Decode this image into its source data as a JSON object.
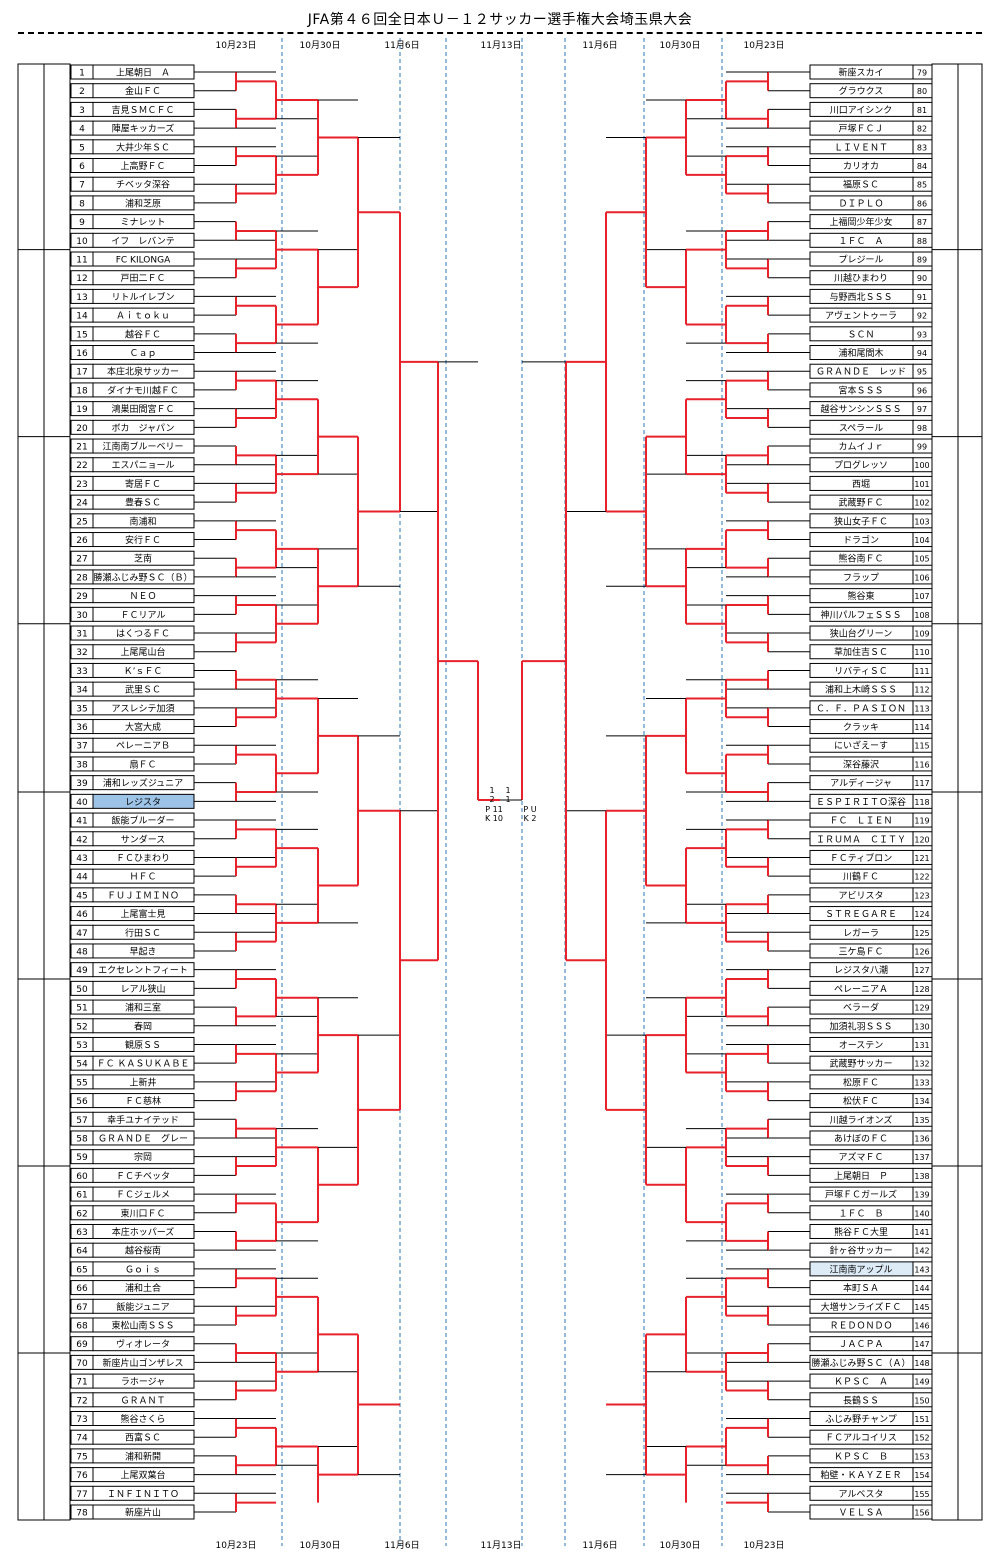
{
  "title": "JFA第４６回全日本Ｕ－１２サッカー選手権大会埼玉県大会",
  "date_headers_top": [
    "10月23日",
    "10月30日",
    "11月6日",
    "11月13日",
    "11月6日",
    "10月30日",
    "10月23日"
  ],
  "date_headers_bottom": [
    "10月23日",
    "10月30日",
    "11月6日",
    "11月13日",
    "11月6日",
    "10月30日",
    "10月23日"
  ],
  "highlight_color": "#9dc3e6",
  "highlight_light_color": "#ddebf7",
  "win_line_color": "#e8222b",
  "left_teams": [
    {
      "n": 1,
      "name": "上尾朝日　Ａ"
    },
    {
      "n": 2,
      "name": "金山ＦＣ"
    },
    {
      "n": 3,
      "name": "吉見ＳＭＣＦＣ"
    },
    {
      "n": 4,
      "name": "陣屋キッカーズ"
    },
    {
      "n": 5,
      "name": "大井少年ＳＣ"
    },
    {
      "n": 6,
      "name": "上高野ＦＣ"
    },
    {
      "n": 7,
      "name": "チベッタ深谷"
    },
    {
      "n": 8,
      "name": "浦和芝原"
    },
    {
      "n": 9,
      "name": "ミナレット"
    },
    {
      "n": 10,
      "name": "イフ　レバンテ"
    },
    {
      "n": 11,
      "name": "FC KILONGA"
    },
    {
      "n": 12,
      "name": "戸田二ＦＣ"
    },
    {
      "n": 13,
      "name": "リトルイレブン"
    },
    {
      "n": 14,
      "name": "Ａｉｔｏｋｕ"
    },
    {
      "n": 15,
      "name": "越谷ＦＣ"
    },
    {
      "n": 16,
      "name": "Ｃａｐ"
    },
    {
      "n": 17,
      "name": "本庄北泉サッカー"
    },
    {
      "n": 18,
      "name": "ダイナモ川越ＦＣ"
    },
    {
      "n": 19,
      "name": "鴻巣田間宮ＦＣ"
    },
    {
      "n": 20,
      "name": "ボカ　ジャパン"
    },
    {
      "n": 21,
      "name": "江南南ブルーベリー"
    },
    {
      "n": 22,
      "name": "エスパニョール"
    },
    {
      "n": 23,
      "name": "寄居ＦＣ"
    },
    {
      "n": 24,
      "name": "豊春ＳＣ"
    },
    {
      "n": 25,
      "name": "南浦和"
    },
    {
      "n": 26,
      "name": "安行ＦＣ"
    },
    {
      "n": 27,
      "name": "芝南"
    },
    {
      "n": 28,
      "name": "勝瀬ふじみ野ＳＣ（Ｂ）"
    },
    {
      "n": 29,
      "name": "ＮＥＯ"
    },
    {
      "n": 30,
      "name": "ＦＣリアル"
    },
    {
      "n": 31,
      "name": "はくつるＦＣ"
    },
    {
      "n": 32,
      "name": "上尾尾山台"
    },
    {
      "n": 33,
      "name": "Ｋ’ｓＦＣ"
    },
    {
      "n": 34,
      "name": "武里ＳＣ"
    },
    {
      "n": 35,
      "name": "アスレシテ加須"
    },
    {
      "n": 36,
      "name": "大宮大成"
    },
    {
      "n": 37,
      "name": "ペレーニアＢ"
    },
    {
      "n": 38,
      "name": "扇ＦＣ"
    },
    {
      "n": 39,
      "name": "浦和レッズジュニア"
    },
    {
      "n": 40,
      "name": "レジスタ"
    },
    {
      "n": 41,
      "name": "飯能ブルーダー"
    },
    {
      "n": 42,
      "name": "サンダース"
    },
    {
      "n": 43,
      "name": "ＦＣひまわり"
    },
    {
      "n": 44,
      "name": "ＨＦＣ"
    },
    {
      "n": 45,
      "name": "ＦＵＪＩＭＩＮＯ"
    },
    {
      "n": 46,
      "name": "上尾富士見"
    },
    {
      "n": 47,
      "name": "行田ＳＣ"
    },
    {
      "n": 48,
      "name": "早起き"
    },
    {
      "n": 49,
      "name": "エクセレントフィート"
    },
    {
      "n": 50,
      "name": "レアル狭山"
    },
    {
      "n": 51,
      "name": "浦和三室"
    },
    {
      "n": 52,
      "name": "春岡"
    },
    {
      "n": 53,
      "name": "観原ＳＳ"
    },
    {
      "n": 54,
      "name": "ＦＣ ＫＡＳＵＫＡＢＥ"
    },
    {
      "n": 55,
      "name": "上新井"
    },
    {
      "n": 56,
      "name": "ＦＣ慈林"
    },
    {
      "n": 57,
      "name": "幸手ユナイテッド"
    },
    {
      "n": 58,
      "name": "ＧＲＡＮＤＥ　グレー"
    },
    {
      "n": 59,
      "name": "宗岡"
    },
    {
      "n": 60,
      "name": "ＦＣチベッタ"
    },
    {
      "n": 61,
      "name": "ＦＣジェルメ"
    },
    {
      "n": 62,
      "name": "東川口ＦＣ"
    },
    {
      "n": 63,
      "name": "本庄ホッパーズ"
    },
    {
      "n": 64,
      "name": "越谷桜南"
    },
    {
      "n": 65,
      "name": "Ｇｏｉｓ"
    },
    {
      "n": 66,
      "name": "浦和土合"
    },
    {
      "n": 67,
      "name": "飯能ジュニア"
    },
    {
      "n": 68,
      "name": "東松山南ＳＳＳ"
    },
    {
      "n": 69,
      "name": "ヴィオレータ"
    },
    {
      "n": 70,
      "name": "新座片山ゴンザレス"
    },
    {
      "n": 71,
      "name": "ラホージャ"
    },
    {
      "n": 72,
      "name": "ＧＲＡＮＴ"
    },
    {
      "n": 73,
      "name": "熊谷さくら"
    },
    {
      "n": 74,
      "name": "西富ＳＣ"
    },
    {
      "n": 75,
      "name": "浦和新開"
    },
    {
      "n": 76,
      "name": "上尾双葉台"
    },
    {
      "n": 77,
      "name": "ＩＮＦＩＮＩＴＯ"
    },
    {
      "n": 78,
      "name": "新座片山"
    }
  ],
  "right_teams": [
    {
      "n": 79,
      "name": "新座スカイ"
    },
    {
      "n": 80,
      "name": "グラウクス"
    },
    {
      "n": 81,
      "name": "川口アイシンク"
    },
    {
      "n": 82,
      "name": "戸塚ＦＣＪ"
    },
    {
      "n": 83,
      "name": "ＬＩＶＥＮＴ"
    },
    {
      "n": 84,
      "name": "カリオカ"
    },
    {
      "n": 85,
      "name": "福原ＳＣ"
    },
    {
      "n": 86,
      "name": "ＤＩＰＬＯ"
    },
    {
      "n": 87,
      "name": "上福岡少年少女"
    },
    {
      "n": 88,
      "name": "１ＦＣ　Ａ"
    },
    {
      "n": 89,
      "name": "プレジール"
    },
    {
      "n": 90,
      "name": "川越ひまわり"
    },
    {
      "n": 91,
      "name": "与野西北ＳＳＳ"
    },
    {
      "n": 92,
      "name": "アヴェントゥーラ"
    },
    {
      "n": 93,
      "name": "ＳＣＮ"
    },
    {
      "n": 94,
      "name": "浦和尾間木"
    },
    {
      "n": 95,
      "name": "ＧＲＡＮＤＥ　レッド"
    },
    {
      "n": 96,
      "name": "宮本ＳＳＳ"
    },
    {
      "n": 97,
      "name": "越谷サンシンＳＳＳ"
    },
    {
      "n": 98,
      "name": "スペラール"
    },
    {
      "n": 99,
      "name": "カムイＪｒ"
    },
    {
      "n": 100,
      "name": "プログレッソ"
    },
    {
      "n": 101,
      "name": "西堀"
    },
    {
      "n": 102,
      "name": "武蔵野ＦＣ"
    },
    {
      "n": 103,
      "name": "狭山女子ＦＣ"
    },
    {
      "n": 104,
      "name": "ドラゴン"
    },
    {
      "n": 105,
      "name": "熊谷南ＦＣ"
    },
    {
      "n": 106,
      "name": "フラップ"
    },
    {
      "n": 107,
      "name": "熊谷東"
    },
    {
      "n": 108,
      "name": "神川パルフェＳＳＳ"
    },
    {
      "n": 109,
      "name": "狭山台グリーン"
    },
    {
      "n": 110,
      "name": "草加住吉ＳＣ"
    },
    {
      "n": 111,
      "name": "リバティＳＣ"
    },
    {
      "n": 112,
      "name": "浦和上木崎ＳＳＳ"
    },
    {
      "n": 113,
      "name": "Ｃ．Ｆ．ＰＡＳＩＯＮ"
    },
    {
      "n": 114,
      "name": "クラッキ"
    },
    {
      "n": 115,
      "name": "にいざえーす"
    },
    {
      "n": 116,
      "name": "深谷藤沢"
    },
    {
      "n": 117,
      "name": "アルディージャ"
    },
    {
      "n": 118,
      "name": "ＥＳＰＩＲＩＴＯ深谷"
    },
    {
      "n": 119,
      "name": "ＦＣ　ＬＩＥＮ"
    },
    {
      "n": 120,
      "name": "ＩＲＵＭＡ　ＣＩＴＹ"
    },
    {
      "n": 121,
      "name": "ＦＣティブロン"
    },
    {
      "n": 122,
      "name": "川鶴ＦＣ"
    },
    {
      "n": 123,
      "name": "アビリスタ"
    },
    {
      "n": 124,
      "name": "ＳＴＲＥＧＡＲＥ"
    },
    {
      "n": 125,
      "name": "レガーラ"
    },
    {
      "n": 126,
      "name": "三ケ島ＦＣ"
    },
    {
      "n": 127,
      "name": "レジスタ八潮"
    },
    {
      "n": 128,
      "name": "ペレーニアＡ"
    },
    {
      "n": 129,
      "name": "ベラーダ"
    },
    {
      "n": 130,
      "name": "加須礼羽ＳＳＳ"
    },
    {
      "n": 131,
      "name": "オーステン"
    },
    {
      "n": 132,
      "name": "武蔵野サッカー"
    },
    {
      "n": 133,
      "name": "松原ＦＣ"
    },
    {
      "n": 134,
      "name": "松伏ＦＣ"
    },
    {
      "n": 135,
      "name": "川越ライオンズ"
    },
    {
      "n": 136,
      "name": "あけぼのＦＣ"
    },
    {
      "n": 137,
      "name": "アズマＦＣ"
    },
    {
      "n": 138,
      "name": "上尾朝日　Ｐ"
    },
    {
      "n": 139,
      "name": "戸塚ＦＣガールズ"
    },
    {
      "n": 140,
      "name": "１ＦＣ　Ｂ"
    },
    {
      "n": 141,
      "name": "熊谷ＦＣ大里"
    },
    {
      "n": 142,
      "name": "針ヶ谷サッカー"
    },
    {
      "n": 143,
      "name": "江南南アップル"
    },
    {
      "n": 144,
      "name": "本町ＳＡ"
    },
    {
      "n": 145,
      "name": "大増サンライズＦＣ"
    },
    {
      "n": 146,
      "name": "ＲＥＤＯＮＤＯ"
    },
    {
      "n": 147,
      "name": "ＪＡＣＰＡ"
    },
    {
      "n": 148,
      "name": "勝瀬ふじみ野ＳＣ（Ａ）"
    },
    {
      "n": 149,
      "name": "ＫＰＳＣ　Ａ"
    },
    {
      "n": 150,
      "name": "長鶴ＳＳ"
    },
    {
      "n": 151,
      "name": "ふじみ野チャンプ"
    },
    {
      "n": 152,
      "name": "ＦＣアルコイリス"
    },
    {
      "n": 153,
      "name": "ＫＰＳＣ　Ｂ"
    },
    {
      "n": 154,
      "name": "粕壁・ＫＡＹＺＥＲ"
    },
    {
      "n": 155,
      "name": "アルベスタ"
    },
    {
      "n": 156,
      "name": "ＶＥＬＳＡ"
    }
  ],
  "highlighted_left": [
    40
  ],
  "highlighted_right": [
    143
  ],
  "final_score_left": "1\n2",
  "final_score_right": "1\n1",
  "final_pk_left": "P 11\nK 10",
  "final_pk_right": "P U\nK 2"
}
